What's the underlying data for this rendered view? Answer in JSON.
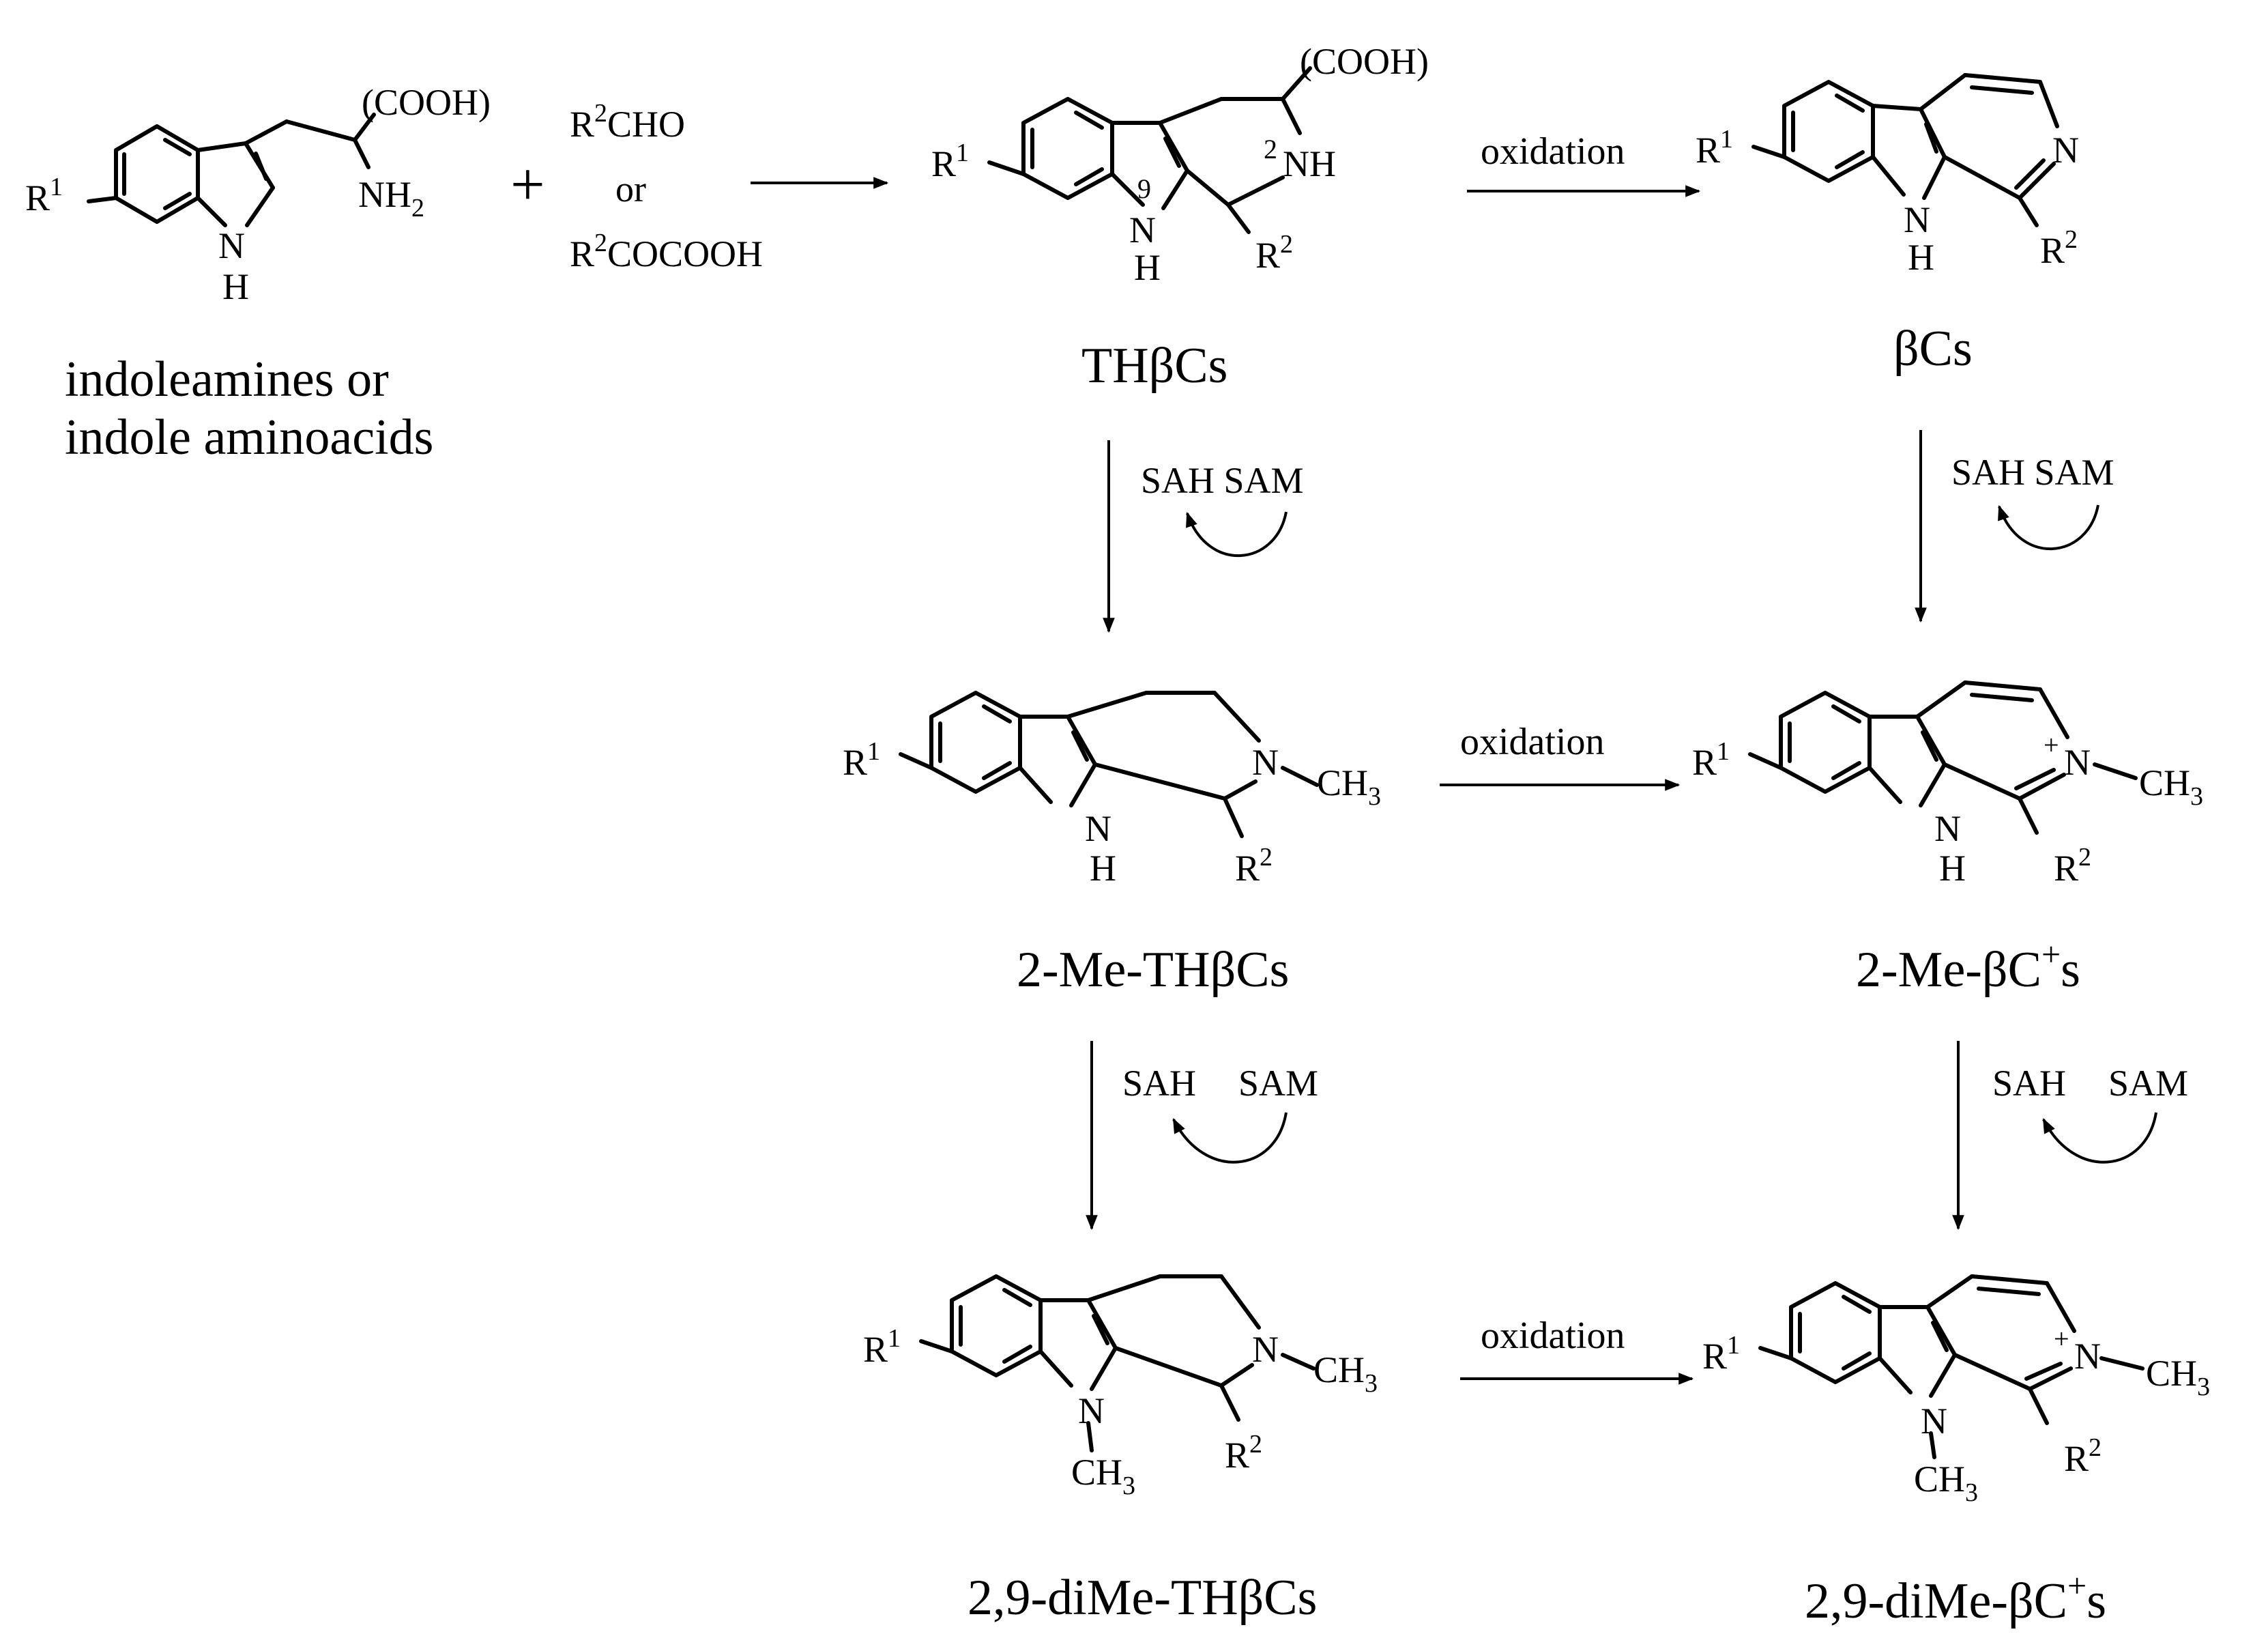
{
  "start": {
    "r1": "R",
    "r1_sup": "1",
    "cooh": "(COOH)",
    "nh2": "NH",
    "nh2_sub": "2",
    "indole_n": "N",
    "indole_h": "H",
    "caption_line1": "indoleamines or",
    "caption_line2": "indole aminoacids"
  },
  "plus": "+",
  "reagents": {
    "line1_r": "R",
    "line1_sup": "2",
    "line1_rest": "CHO",
    "line2": "or",
    "line3_r": "R",
    "line3_sup": "2",
    "line3_rest": "COCOOH"
  },
  "thbc": {
    "r1": "R",
    "r1_sup": "1",
    "cooh": "(COOH)",
    "pos2": "2",
    "nh": "NH",
    "pos9": "9",
    "n": "N",
    "h": "H",
    "r2": "R",
    "r2_sup": "2",
    "caption": "THβCs"
  },
  "bc": {
    "r1": "R",
    "r1_sup": "1",
    "n_ring": "N",
    "n": "N",
    "h": "H",
    "r2": "R",
    "r2_sup": "2",
    "caption": "βCs"
  },
  "me_thbc": {
    "r1": "R",
    "r1_sup": "1",
    "n_ring": "N",
    "ch3": "CH",
    "ch3_sub": "3",
    "n": "N",
    "h": "H",
    "r2": "R",
    "r2_sup": "2",
    "caption": "2-Me-THβCs"
  },
  "me_bc": {
    "r1": "R",
    "r1_sup": "1",
    "plus": "+",
    "n_ring": "N",
    "ch3": "CH",
    "ch3_sub": "3",
    "n": "N",
    "h": "H",
    "r2": "R",
    "r2_sup": "2",
    "caption_main": "2-Me-βC",
    "caption_sup": "+",
    "caption_end": "s"
  },
  "dime_thbc": {
    "r1": "R",
    "r1_sup": "1",
    "n_ring": "N",
    "ch3": "CH",
    "ch3_sub": "3",
    "n": "N",
    "n_ch3": "CH",
    "n_ch3_sub": "3",
    "r2": "R",
    "r2_sup": "2",
    "caption": "2,9-diMe-THβCs"
  },
  "dime_bc": {
    "r1": "R",
    "r1_sup": "1",
    "plus": "+",
    "n_ring": "N",
    "ch3": "CH",
    "ch3_sub": "3",
    "n": "N",
    "n_ch3": "CH",
    "n_ch3_sub": "3",
    "r2": "R",
    "r2_sup": "2",
    "caption_main": "2,9-diMe-βC",
    "caption_sup": "+",
    "caption_end": "s"
  },
  "arrows": {
    "oxidation_1": "oxidation",
    "oxidation_2": "oxidation",
    "oxidation_3": "oxidation",
    "cofactor_1": "SAH SAM",
    "cofactor_2": "SAH SAM",
    "cofactor_3_sah": "SAH",
    "cofactor_3_sam": "SAM",
    "cofactor_4_sah": "SAH",
    "cofactor_4_sam": "SAM"
  }
}
